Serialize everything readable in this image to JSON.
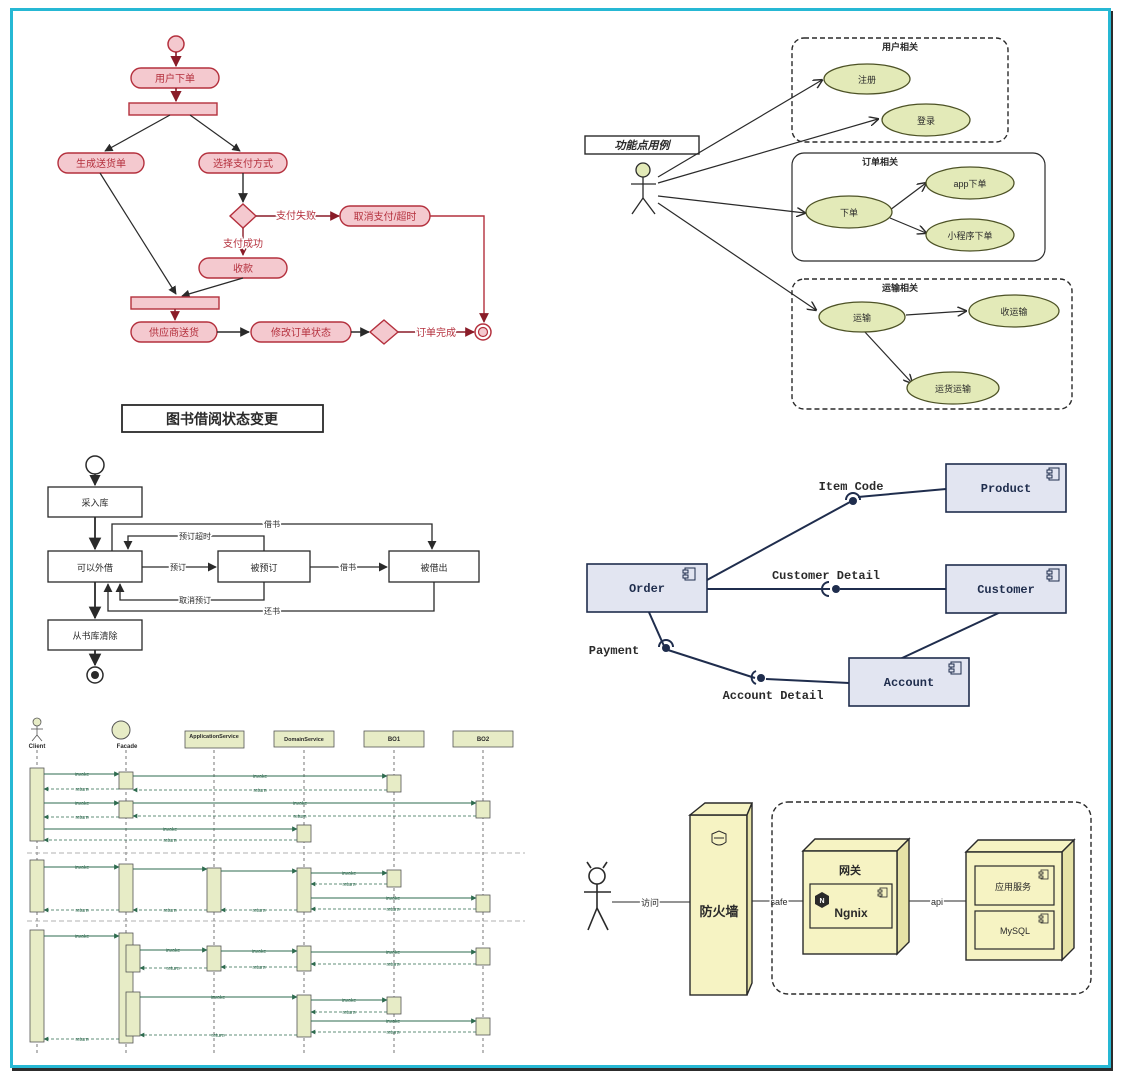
{
  "colors": {
    "frame": "#26b8d4",
    "activity_stroke": "#b4303d",
    "activity_fill": "#f4c9cf",
    "usecase_fill": "#e3eab8",
    "usecase_stroke": "#4d5226",
    "component_fill": "#e2e5f1",
    "component_stroke": "#1f2d4d",
    "sequence_fill": "#e7ecc6",
    "sequence_arrow": "#2e6b4f",
    "deploy_fill": "#f6f3c3"
  },
  "activity": {
    "place_order": "用户下单",
    "gen_delivery": "生成送货单",
    "choose_pay": "选择支付方式",
    "pay_fail": "支付失败",
    "cancel_pay": "取消支付/超时",
    "pay_ok": "支付成功",
    "collect": "收款",
    "supplier_ship": "供应商送货",
    "update_status": "修改订单状态",
    "order_done": "订单完成"
  },
  "usecase": {
    "title": "功能点用例",
    "group_user": "用户相关",
    "group_order": "订单相关",
    "group_ship": "运输相关",
    "register": "注册",
    "login": "登录",
    "order": "下单",
    "app_order": "app下单",
    "mini_order": "小程序下单",
    "ship": "运输",
    "collect_ship": "收运输",
    "goods_ship": "运货运输"
  },
  "library": {
    "title": "图书借阅状态变更",
    "in_stock": "采入库",
    "available": "可以外借",
    "reserved": "被预订",
    "borrowed": "被借出",
    "removed": "从书库清除",
    "reserve": "预订",
    "reserve_timeout": "预订超时",
    "cancel_reserve": "取消预订",
    "lend": "借书",
    "lend_top": "借书",
    "return_book": "还书"
  },
  "component": {
    "order": "Order",
    "product": "Product",
    "customer": "Customer",
    "account": "Account",
    "item_code": "Item Code",
    "customer_detail": "Customer Detail",
    "payment": "Payment",
    "account_detail": "Account Detail"
  },
  "sequence": {
    "client": "Client",
    "facade": "Facade",
    "app_service": "ApplicationService",
    "domain_service": "DomainService",
    "bo1": "BO1",
    "bo2": "BO2",
    "invoke": "invoke",
    "return": "return"
  },
  "deploy": {
    "visit": "访问",
    "firewall": "防火墙",
    "safe": "safe",
    "gateway": "网关",
    "nginx": "Ngnix",
    "api": "api",
    "app_service": "应用服务",
    "mysql": "MySQL"
  }
}
